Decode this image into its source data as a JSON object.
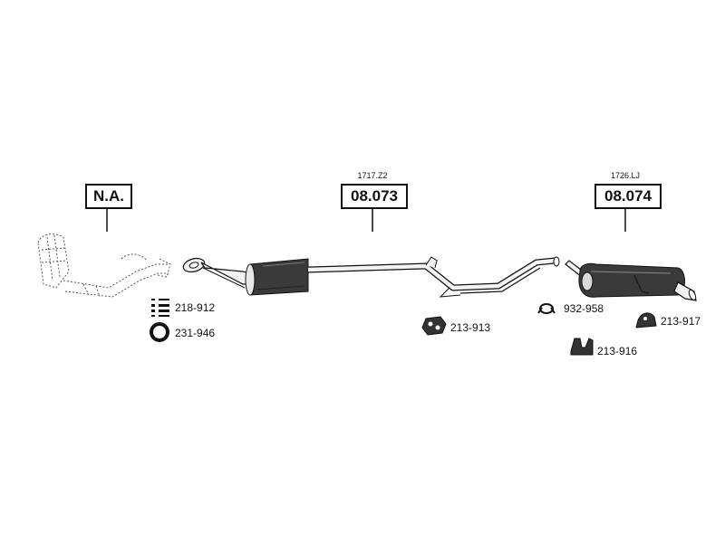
{
  "reference_boxes": {
    "na": {
      "label": "N.A."
    },
    "middle": {
      "label": "08.073",
      "code": "1717.Z2"
    },
    "rear": {
      "label": "08.074",
      "code": "1726.LJ"
    }
  },
  "parts": [
    {
      "id": "clamp-set",
      "number": "218-912",
      "icon": "clamp-set-icon"
    },
    {
      "id": "gasket-ring",
      "number": "231-946",
      "icon": "gasket-ring-icon"
    },
    {
      "id": "hanger-middle",
      "number": "213-913",
      "icon": "rubber-hanger-icon"
    },
    {
      "id": "pipe-clamp",
      "number": "932-958",
      "icon": "pipe-clamp-icon"
    },
    {
      "id": "hanger-rear",
      "number": "213-917",
      "icon": "rubber-mount-icon"
    },
    {
      "id": "bracket-rear",
      "number": "213-916",
      "icon": "mounting-bracket-icon"
    }
  ],
  "colors": {
    "ink": "#111111",
    "muffler": "#3a3a3a",
    "pipe": "#f2f2f2"
  }
}
